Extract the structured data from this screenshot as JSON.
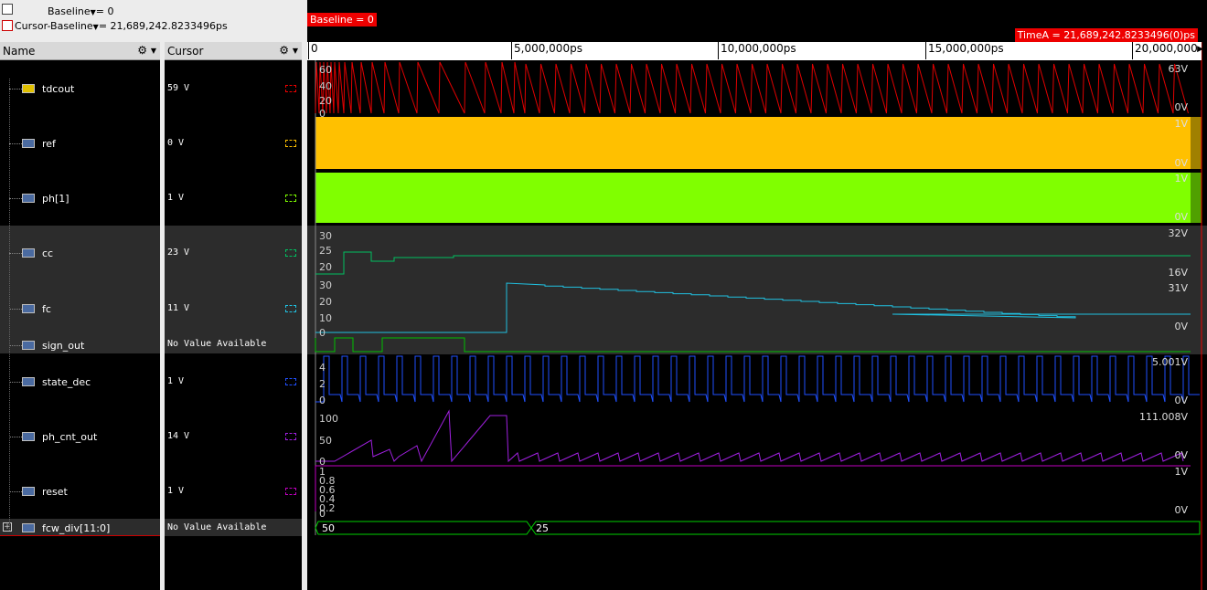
{
  "header": {
    "baseline_label": "Baseline",
    "baseline_value": "= 0",
    "cursor_baseline_label": "Cursor-Baseline",
    "cursor_baseline_value": "= 21,689,242.8233496ps"
  },
  "panes": {
    "name_title": "Name",
    "cursor_title": "Cursor"
  },
  "markers": {
    "baseline_tag": "Baseline = 0",
    "timea_tag": "TimeA = 21,689,242.8233496(0)ps"
  },
  "ruler": {
    "ticks": [
      "0",
      "5,000,000ps",
      "10,000,000ps",
      "15,000,000ps",
      "20,000,000"
    ]
  },
  "signals": [
    {
      "name": "tdcout",
      "cursor": "59 V",
      "max_label": "63V",
      "min_label": "0V",
      "color": "#e00000",
      "axis_ticks": [
        "60",
        "40",
        "20",
        "0"
      ]
    },
    {
      "name": "ref",
      "cursor": "0 V",
      "max_label": "1V",
      "min_label": "0V",
      "color": "#ffc000"
    },
    {
      "name": "ph[1]",
      "cursor": "1 V",
      "max_label": "1V",
      "min_label": "0V",
      "color": "#80ff00"
    },
    {
      "name": "cc",
      "cursor": "23 V",
      "max_label": "32V",
      "min_label": "16V",
      "color": "#00c060",
      "axis_ticks": [
        "30",
        "25",
        "20"
      ]
    },
    {
      "name": "fc",
      "cursor": "11 V",
      "max_label": "31V",
      "min_label": "0V",
      "color": "#20c0e0",
      "axis_ticks": [
        "30",
        "20",
        "10",
        "0"
      ]
    },
    {
      "name": "sign_out",
      "cursor": "No Value Available",
      "color": "#00c000"
    },
    {
      "name": "state_dec",
      "cursor": "1 V",
      "max_label": "5.001V",
      "min_label": "0V",
      "color": "#2050ff",
      "axis_ticks": [
        "4",
        "2",
        "0"
      ]
    },
    {
      "name": "ph_cnt_out",
      "cursor": "14 V",
      "max_label": "111.008V",
      "min_label": "0V",
      "color": "#a020e0",
      "axis_ticks": [
        "100",
        "50",
        "0"
      ]
    },
    {
      "name": "reset",
      "cursor": "1 V",
      "max_label": "1V",
      "min_label": "0V",
      "color": "#c000c0",
      "axis_ticks": [
        "1",
        "0.8",
        "0.6",
        "0.4",
        "0.2",
        "0"
      ]
    },
    {
      "name": "fcw_div[11:0]",
      "cursor": "No Value Available",
      "color": "#00d000",
      "bus_values": [
        "50",
        "25"
      ]
    }
  ],
  "colors": {
    "accent_red": "#e00000",
    "background": "#000000"
  }
}
